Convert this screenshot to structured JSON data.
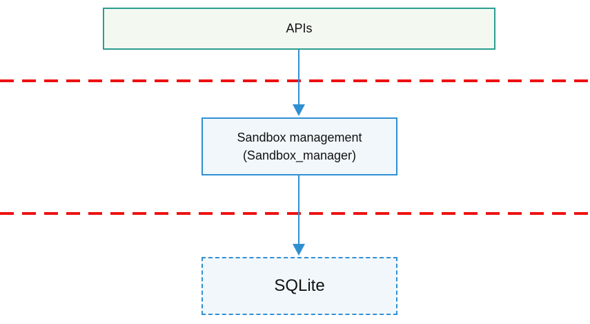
{
  "diagram": {
    "nodes": {
      "apis": {
        "label": "APIs"
      },
      "sandbox": {
        "line1": "Sandbox management",
        "line2": "(Sandbox_manager)"
      },
      "sqlite": {
        "label": "SQLite"
      }
    },
    "edges": [
      {
        "from": "apis",
        "to": "sandbox"
      },
      {
        "from": "sandbox",
        "to": "sqlite"
      }
    ],
    "colors": {
      "apis_border": "#2a9d8f",
      "apis_fill": "#f3f9f1",
      "node_border": "#2f8fd2",
      "node_fill": "#f1f7fb",
      "arrow": "#2f8fd2",
      "separator": "#ee1111"
    }
  }
}
